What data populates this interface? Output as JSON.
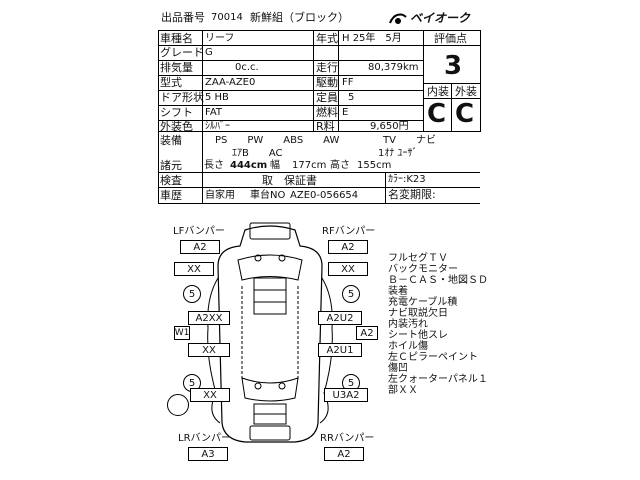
{
  "header": {
    "lot_label": "出品番号",
    "lot_number": "70014",
    "lot_note": "新鮮組（ブロック）",
    "brand": "ベイオーク"
  },
  "vehicle": {
    "model_label": "車種名",
    "model": "リーフ",
    "grade_label": "グレード",
    "grade": "G",
    "displacement_label": "排気量",
    "displacement": "0c.c.",
    "type_label": "型式",
    "type": "ZAA-AZE0",
    "doors_label": "ドア形状",
    "doors": "5 HB",
    "shift_label": "シフト",
    "shift": "FAT",
    "color_label": "外装色",
    "color": "ｼﾙﾊﾞｰ"
  },
  "specs": {
    "year_label": "年式",
    "year": "H 25年　5月",
    "mileage_label": "走行",
    "mileage": "80,379km",
    "drive_label": "駆動",
    "drive": "FF",
    "capacity_label": "定員",
    "capacity": "5",
    "fuel_label": "燃料",
    "fuel": "E",
    "tax_label": "R料",
    "tax": "9,650円"
  },
  "scores": {
    "rating_label": "評価点",
    "rating": "3",
    "interior_label": "内装",
    "interior": "C",
    "exterior_label": "外装",
    "exterior": "C"
  },
  "equipment": {
    "label": "装備",
    "row1": "PS　　PW　　ABS　　AW",
    "row1_right": "TV　　ナビ",
    "row2": "ｴｱB　　AC",
    "row2_right": "1ｵﾅ ﾕｰｻﾞ"
  },
  "dims": {
    "label": "諸元",
    "length_label": "長さ",
    "length": "444cm",
    "width_label": "幅",
    "width": "177cm",
    "height_label": "高さ",
    "height": "155cm"
  },
  "inspection": {
    "label": "検査",
    "value": "取　保証書",
    "history_label": "車歴",
    "history": "自家用",
    "chassis_label": "車台NO",
    "chassis": "AZE0-056654",
    "color_code": "ｶﾗｰ:K23",
    "name_change": "名変期限:"
  },
  "diagram": {
    "lf_bumper": "LFバンパー",
    "lf_code": "A2",
    "rf_bumper": "RFバンパー",
    "rf_code": "A2",
    "lr_bumper": "LRバンパー",
    "lr_code": "A3",
    "rr_bumper": "RRバンパー",
    "rr_code": "A2",
    "left": {
      "a": "XX",
      "tire_front": "5",
      "b": "A2XX",
      "w1": "W1",
      "c": "XX",
      "tire_rear": "5",
      "d": "XX"
    },
    "right": {
      "a": "XX",
      "tire_front": "5",
      "b": "A2U2",
      "a2": "A2",
      "c": "A2U1",
      "tire_rear": "5",
      "d": "U3A2"
    }
  },
  "notes": [
    "フルセグＴＶ",
    "バックモニター",
    "Ｂ－ＣＡＳ・地図ＳＤ",
    "装着",
    "充電ケーブル積",
    "ナビ取説欠日",
    "内装汚れ",
    "シート他スレ",
    "ホイル傷",
    "左Ｃピラーペイント",
    "傷凹",
    "左クォーターパネル１",
    "部ＸＸ"
  ]
}
